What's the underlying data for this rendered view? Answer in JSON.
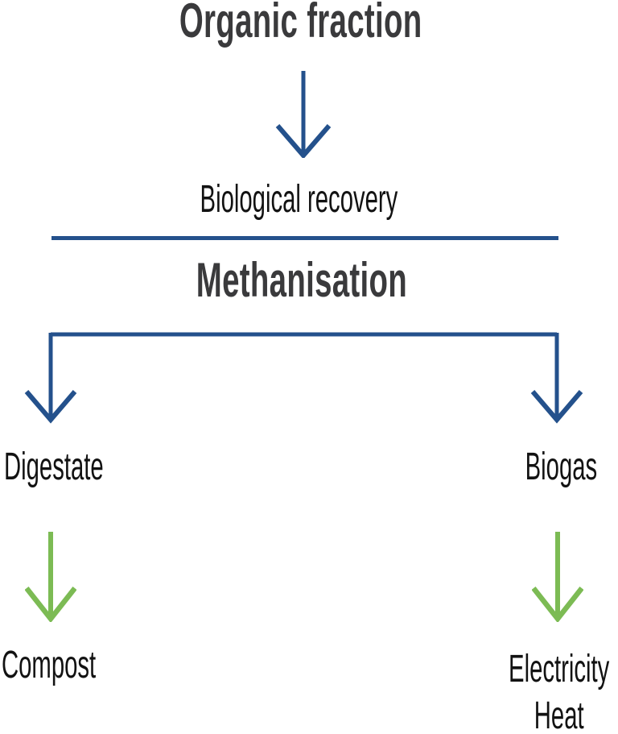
{
  "diagram": {
    "title": "Organic fraction",
    "stage": {
      "recovery_label": "Biological recovery",
      "process": "Methanisation"
    },
    "branches": {
      "left": {
        "output": "Digestate",
        "result": "Compost"
      },
      "right": {
        "output": "Biogas",
        "results": [
          "Electricity",
          "Heat"
        ]
      }
    },
    "icons": {
      "blue_arrow": "down-arrow",
      "green_arrow": "down-arrow",
      "branch_connector": "split-down-arrows",
      "divider": "horizontal-rule"
    },
    "colors": {
      "blue": "#24518C",
      "green": "#7CBB54",
      "heading_text": "#3A3A3C",
      "label_text": "#121212",
      "background": "#FFFFFF"
    }
  }
}
